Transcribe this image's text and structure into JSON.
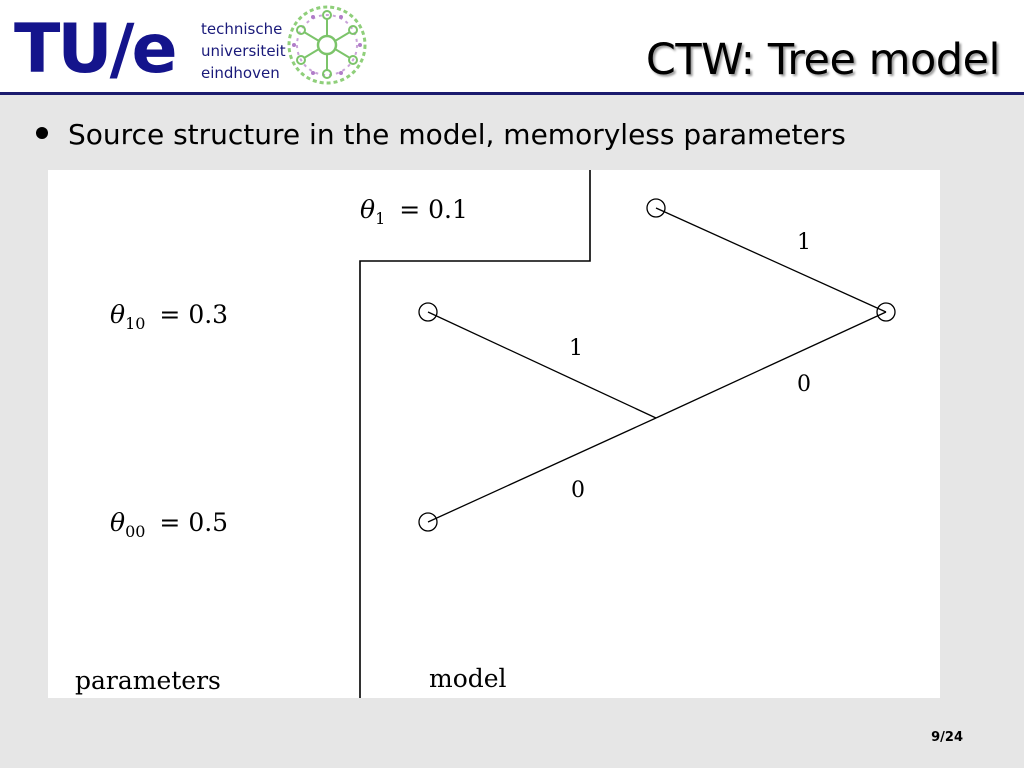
{
  "header": {
    "logo_mark": "TU/e",
    "logo_lines": [
      "technische",
      "universiteit",
      "eindhoven"
    ],
    "title": "CTW: Tree model"
  },
  "bullets": [
    {
      "text": "Source structure in the model, memoryless parameters"
    }
  ],
  "diagram": {
    "params": [
      {
        "symbol": "θ",
        "sub": "1",
        "value": "= 0.1"
      },
      {
        "symbol": "θ",
        "sub": "10",
        "value": "= 0.3"
      },
      {
        "symbol": "θ",
        "sub": "00",
        "value": "= 0.5"
      }
    ],
    "edge_labels": {
      "root_to_leaf1": "1",
      "root_to_inner": "0",
      "inner_to_leaf10": "1",
      "inner_to_leaf00": "0"
    },
    "captions": {
      "left": "parameters",
      "right": "model"
    }
  },
  "footer": {
    "page": "9/24"
  }
}
